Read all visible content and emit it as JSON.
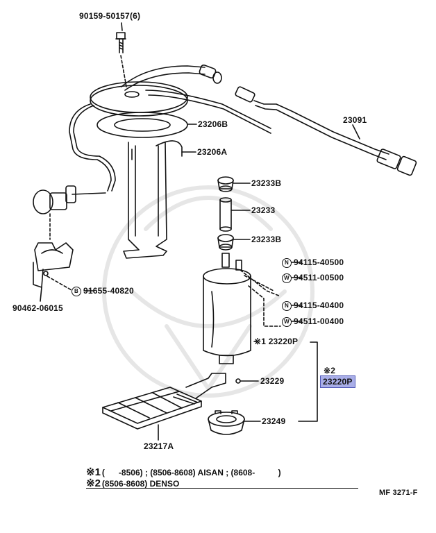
{
  "parts": {
    "bolt": "90159-50157",
    "bolt_qty": "(6)",
    "p23206b": "23206B",
    "p23206a": "23206A",
    "p23091": "23091",
    "p23233b_top": "23233B",
    "p23233": "23233",
    "p23233b_bot": "23233B",
    "p90462": "90462-06015",
    "p91655": "91655-40820",
    "p91655_mark": "B",
    "n1": "94115-40500",
    "n1_mark": "N",
    "w1": "94511-00500",
    "w1_mark": "W",
    "n2": "94115-40400",
    "n2_mark": "N",
    "w2": "94511-00400",
    "w2_mark": "W",
    "pump1_prefix": "※1",
    "pump1": "23220P",
    "pump2_prefix": "※2",
    "pump2": "23220P",
    "p23229": "23229",
    "p23249": "23249",
    "p23217a": "23217A"
  },
  "footnotes": {
    "note1_mark": "※1",
    "note1_text": "(      -8506) ; (8506-8608) AISAN ; (8608-          )",
    "note2_mark": "※2",
    "note2_text": "(8506-8608) DENSO"
  },
  "diagram_code": "MF 3271-F",
  "colors": {
    "highlight": "#a9aee8",
    "line": "#111111"
  }
}
